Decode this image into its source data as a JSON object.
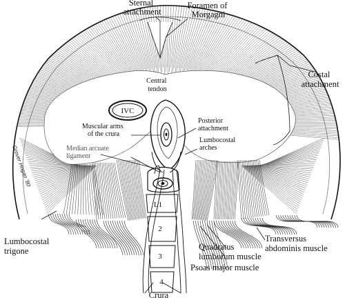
{
  "labels": {
    "sternal_attachment": [
      "Sternal",
      "attachment"
    ],
    "foramen_of_morgagni": [
      "Foramen of",
      "Morgagni"
    ],
    "costal_attachment": [
      "Costal",
      "attachment"
    ],
    "central_tendon": [
      "Central",
      "tendon"
    ],
    "ivc": "IVC",
    "posterior_attachment": [
      "Posterior",
      "attachment"
    ],
    "muscular_arms": [
      "Muscular arms",
      "of the crura"
    ],
    "lumbocostal_arches": [
      "Lumbocostal",
      "arches"
    ],
    "median_arcuate_ligament": [
      "Median arcuate",
      "ligament"
    ],
    "lumbocostal_trigone": [
      "Lumbocostal",
      "trigone"
    ],
    "transversus_abdominis": [
      "Transversus",
      "abdominis muscle"
    ],
    "quadratus_lumborum": [
      "Quadratus",
      "lumborum muscle"
    ],
    "psoas_major": "Psoas major muscle",
    "crura": "Crura",
    "vertebrae": [
      "L1",
      "2",
      "3",
      "4"
    ],
    "artist_signature": "Grover Hogan '80"
  }
}
